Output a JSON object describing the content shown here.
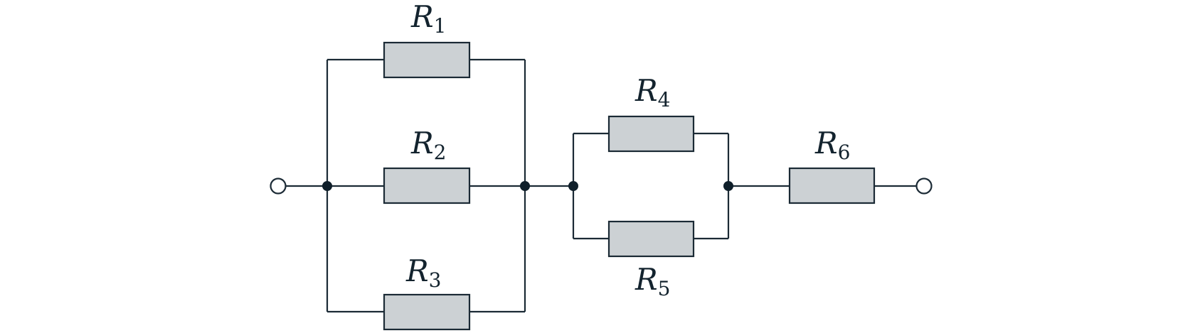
{
  "diagram": {
    "kind": "resistor-network",
    "colors": {
      "wire": "#1b2a35",
      "resistor_fill": "#ccd1d4",
      "node": "#0f1f2a",
      "terminal_fill": "#ffffff",
      "text": "#13232e"
    },
    "resistors": [
      {
        "id": "R1",
        "letter": "R",
        "index": "1"
      },
      {
        "id": "R2",
        "letter": "R",
        "index": "2"
      },
      {
        "id": "R3",
        "letter": "R",
        "index": "3"
      },
      {
        "id": "R4",
        "letter": "R",
        "index": "4"
      },
      {
        "id": "R5",
        "letter": "R",
        "index": "5"
      },
      {
        "id": "R6",
        "letter": "R",
        "index": "6"
      }
    ],
    "topology": {
      "parallel_group_1": [
        "R1",
        "R2",
        "R3"
      ],
      "parallel_group_2": [
        "R4",
        "R5"
      ],
      "series_tail": [
        "R6"
      ]
    }
  }
}
